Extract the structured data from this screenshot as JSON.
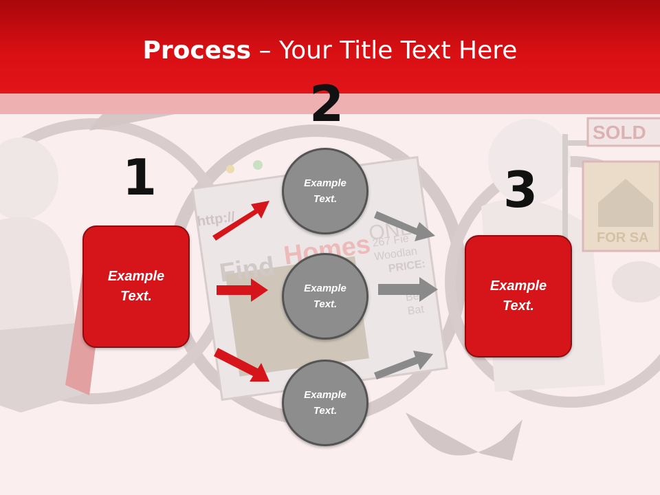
{
  "title": {
    "bold": "Process",
    "rest": " – Your Title Text Here"
  },
  "steps": [
    {
      "number": "1",
      "text_line1": "Example",
      "text_line2": "Text."
    },
    {
      "number": "2"
    },
    {
      "number": "3",
      "text_line1": "Example",
      "text_line2": "Text."
    }
  ],
  "circles": [
    {
      "line1": "Example",
      "line2": "Text."
    },
    {
      "line1": "Example",
      "line2": "Text."
    },
    {
      "line1": "Example",
      "line2": "Text."
    }
  ],
  "background": {
    "url_text": "http://",
    "site_text_1": "Find",
    "site_text_2": "Homes",
    "site_text_3": "ONL",
    "address_1": "267 Fie",
    "address_2": "Woodlan",
    "price_label": "PRICE:",
    "detail_1": "Bed",
    "detail_2": "Bat",
    "sign_top": "SOLD",
    "sign_bottom": "FOR SA"
  },
  "colors": {
    "title_bar": "#d80f13",
    "accent_red": "#d5151a",
    "circle_grey": "#8d8d8d",
    "arrow_grey": "#8a8a8a",
    "background": "#fbeeee"
  }
}
